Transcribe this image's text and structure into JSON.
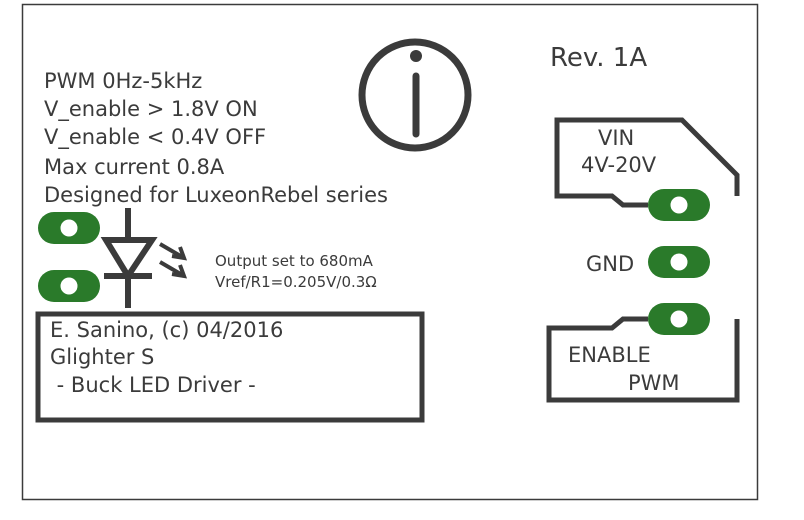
{
  "specs": [
    "PWM 0Hz-5kHz",
    "V_enable > 1.8V ON",
    "V_enable < 0.4V OFF",
    "Max current 0.8A",
    "Designed for LuxeonRebel series"
  ],
  "revision": "Rev. 1A",
  "info_icon": "info-icon",
  "led_symbol": "led-diode-icon",
  "output_note": {
    "line1": "Output set to 680mA",
    "line2": "Vref/R1=0.205V/0.3Ω"
  },
  "title_block": {
    "line1": "E. Sanino, (c) 04/2016",
    "line2": "Glighter S",
    "line3": " - Buck LED Driver -"
  },
  "vin": {
    "label": "VIN",
    "range": "4V-20V"
  },
  "gnd_label": "GND",
  "enable": {
    "label": "ENABLE",
    "sub": "PWM"
  },
  "colors": {
    "pad": "#2a7a2a",
    "silk": "#3b3b3b",
    "hole": "#ffffff"
  }
}
